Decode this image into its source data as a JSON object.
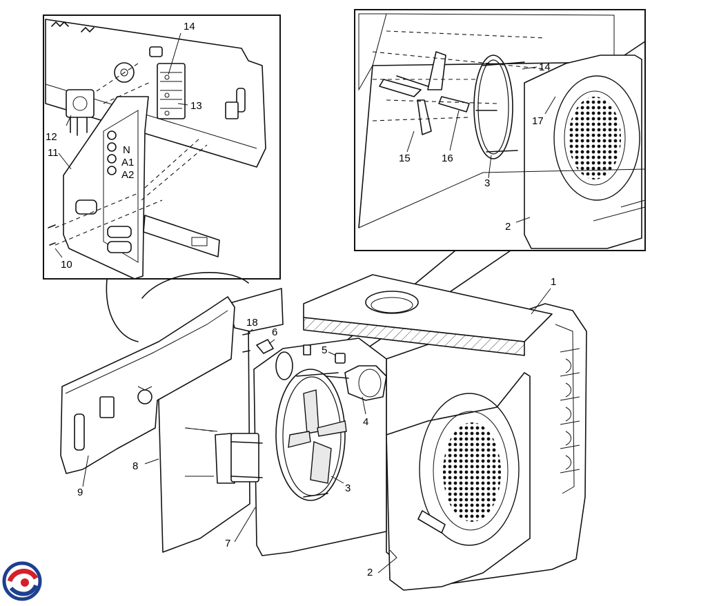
{
  "callouts": {
    "c1": "1",
    "c2a": "2",
    "c2b": "2",
    "c3a": "3",
    "c3b": "3",
    "c4": "4",
    "c5": "5",
    "c6": "6",
    "c7": "7",
    "c8": "8",
    "c9": "9",
    "c10": "10",
    "c11": "11",
    "c12": "12",
    "c13": "13",
    "c14a": "14",
    "c14b": "14",
    "c15": "15",
    "c16": "16",
    "c17": "17",
    "c18": "18"
  },
  "panel_text": {
    "n": "N",
    "a1": "A1",
    "a2": "A2"
  },
  "colors": {
    "line": "#111111",
    "logo_red": "#d4202a",
    "logo_blue": "#1d3f8f"
  }
}
